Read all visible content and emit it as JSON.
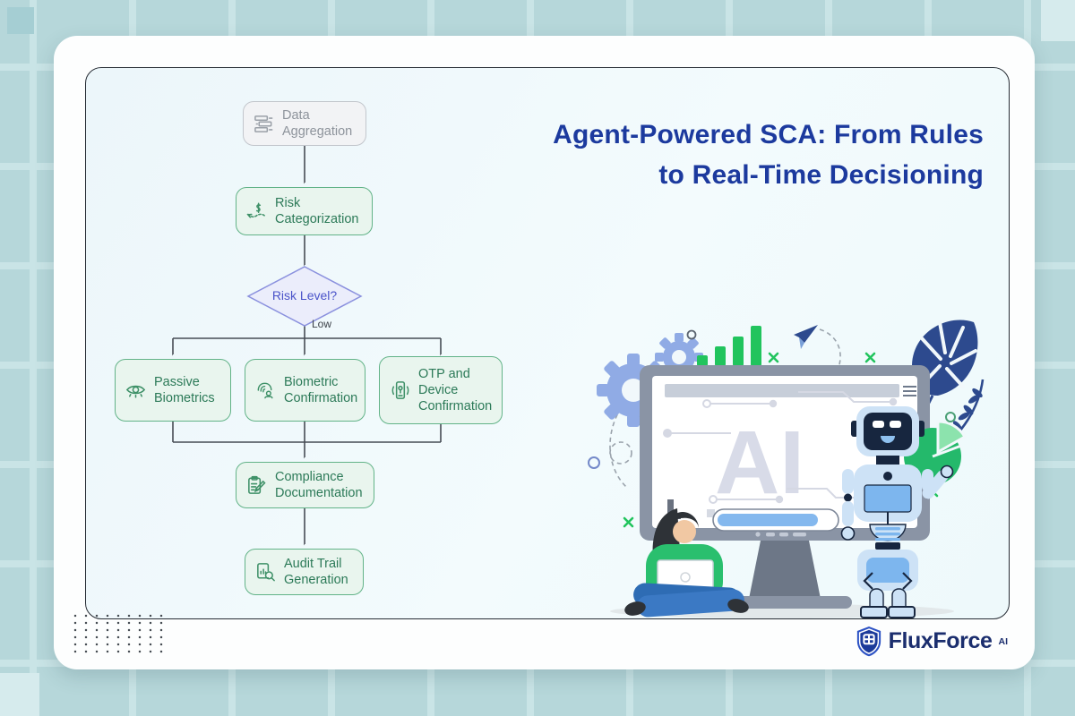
{
  "title": {
    "line1": "Agent-Powered SCA: From Rules",
    "line2": "to Real-Time Decisioning"
  },
  "flowchart": {
    "nodes": {
      "data_aggregation": {
        "label": "Data Aggregation",
        "icon": "data-stack-icon"
      },
      "risk_categorization": {
        "label": "Risk Categorization",
        "icon": "risk-dollar-icon"
      },
      "risk_level": {
        "label": "Risk Level?",
        "shape": "decision-diamond"
      },
      "passive_biometrics": {
        "label": "Passive Biometrics",
        "icon": "eye-icon"
      },
      "biometric_confirmation": {
        "label": "Biometric Confirmation",
        "icon": "fingerprint-icon"
      },
      "otp_device": {
        "label": "OTP and Device Confirmation",
        "icon": "otp-phone-icon"
      },
      "compliance_documentation": {
        "label": "Compliance Documentation",
        "icon": "clipboard-pen-icon"
      },
      "audit_trail": {
        "label": "Audit Trail Generation",
        "icon": "report-search-icon"
      }
    },
    "branch_label": "Low"
  },
  "illustration": {
    "screen_text": "AI"
  },
  "brand": {
    "name": "FluxForce",
    "superscript": "AI"
  },
  "colors": {
    "background_teal": "#b6d7da",
    "grid_line": "#c9e4e6",
    "card_white": "#fdfefe",
    "panel_blue": "#ecf6fa",
    "title_blue": "#1c3a9e",
    "flow_green_border": "#62b388",
    "flow_green_fill": "#e9f5ee",
    "flow_green_text": "#2c7a58",
    "flow_gray_border": "#c2c6cc",
    "flow_gray_fill": "#f2f3f5",
    "decision_purple_border": "#8a90de",
    "decision_purple_fill": "#ebedfb",
    "accent_green": "#21c45d",
    "illustration_navy": "#2d4a8e",
    "robot_blue": "#cfe3f6",
    "brand_navy": "#1b2e6e"
  }
}
